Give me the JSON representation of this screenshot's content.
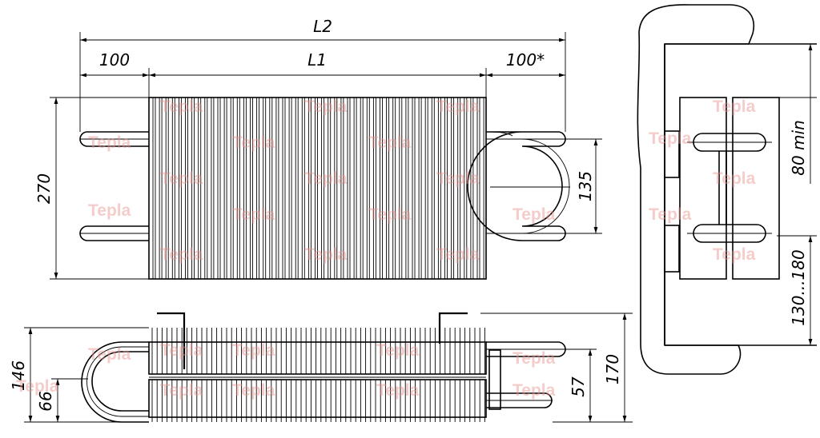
{
  "dimensions": {
    "overall_length": "L2",
    "core_length": "L1",
    "left_offset": "100",
    "right_offset": "100*",
    "height": "270",
    "pipe_spacing": "135",
    "bracket_spacing": "80 min",
    "floor_clearance": "130...180",
    "depth_total": "146",
    "depth_pipe": "66",
    "depth_outlet": "57",
    "depth_max": "170"
  },
  "watermark": "Tepla",
  "colors": {
    "line": "#000000",
    "watermark": "#e8908c"
  }
}
